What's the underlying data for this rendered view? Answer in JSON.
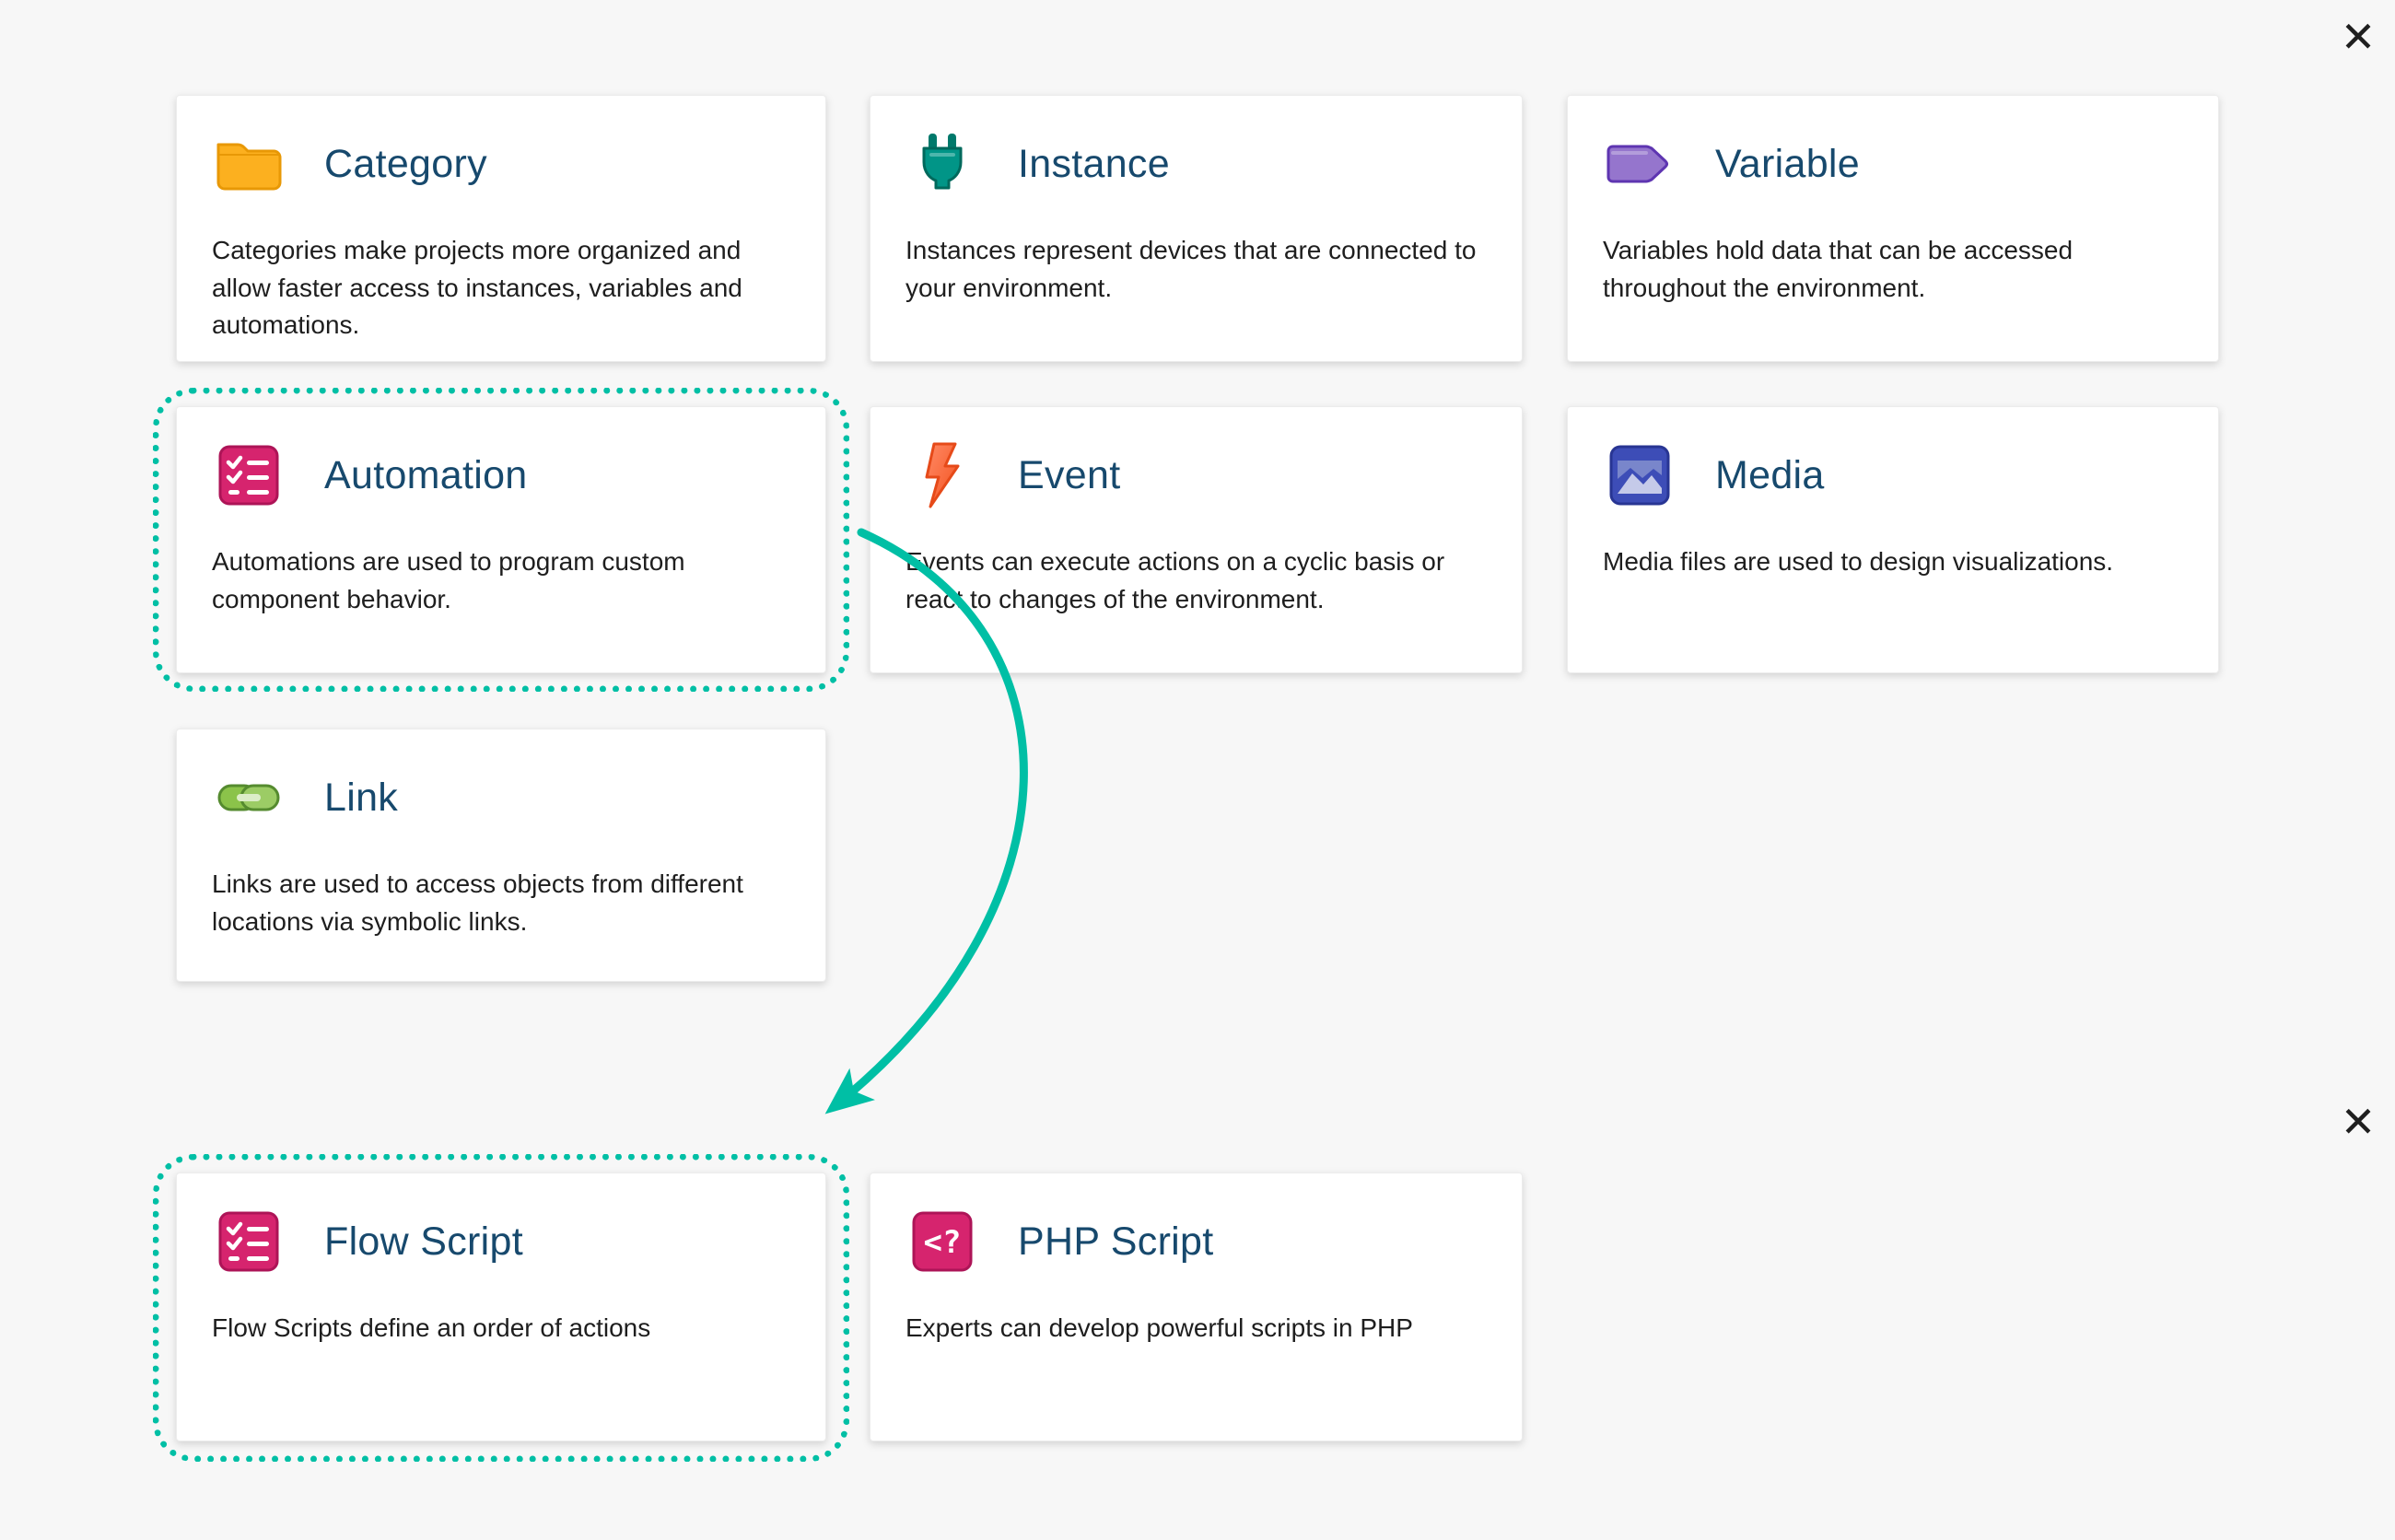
{
  "accent": {
    "highlight_color": "#00bfa5",
    "title_color": "#17496d"
  },
  "icons": {
    "close": "✕",
    "php_glyph": "<?"
  },
  "cards": [
    {
      "id": "category",
      "title": "Category",
      "icon": "folder-icon",
      "description": "Categories make projects more organized and allow faster access to instances, variables and automations."
    },
    {
      "id": "instance",
      "title": "Instance",
      "icon": "plug-icon",
      "description": "Instances represent devices that are connected to your environment."
    },
    {
      "id": "variable",
      "title": "Variable",
      "icon": "tag-icon",
      "description": "Variables hold data that can be accessed throughout the environment."
    },
    {
      "id": "automation",
      "title": "Automation",
      "icon": "checklist-icon",
      "description": "Automations are used to program custom component behavior.",
      "highlighted": true
    },
    {
      "id": "event",
      "title": "Event",
      "icon": "lightning-icon",
      "description": "Events can execute actions on a cyclic basis or react to changes of the environment."
    },
    {
      "id": "media",
      "title": "Media",
      "icon": "image-icon",
      "description": "Media files are used to design visualizations."
    },
    {
      "id": "link",
      "title": "Link",
      "icon": "chain-icon",
      "description": "Links are used to access objects from different locations via symbolic links."
    },
    {
      "id": "flow_script",
      "title": "Flow Script",
      "icon": "checklist-icon",
      "description": "Flow Scripts define an order of actions",
      "highlighted": true
    },
    {
      "id": "php_script",
      "title": "PHP Script",
      "icon": "php-icon",
      "description": "Experts can develop powerful scripts in PHP"
    }
  ]
}
